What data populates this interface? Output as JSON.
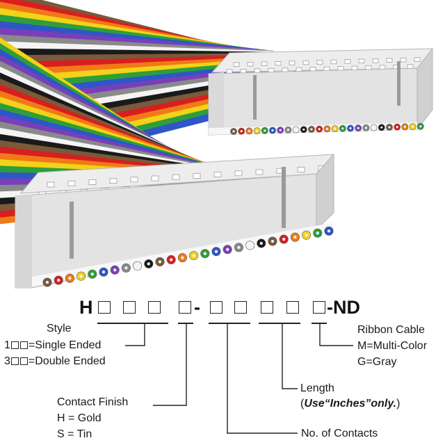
{
  "part_number": {
    "prefix": "H",
    "separator": "-",
    "suffix": "-ND"
  },
  "legend": {
    "style": {
      "title": "Style",
      "options": [
        {
          "code_prefix": "1",
          "text": "=Single Ended"
        },
        {
          "code_prefix": "3",
          "text": "=Double Ended"
        }
      ]
    },
    "contact_finish": {
      "title": "Contact Finish",
      "options": [
        "H = Gold",
        "S = Tin"
      ]
    },
    "contacts": {
      "title": "No. of Contacts"
    },
    "length": {
      "title": "Length",
      "note_open": "(",
      "note": "Use“Inches”only.",
      "note_close": ")"
    },
    "ribbon_cable": {
      "title": "Ribbon Cable",
      "options": [
        "M=Multi-Color",
        "G=Gray"
      ]
    }
  },
  "colors": {
    "wire_sequence": [
      "#7a5a3a",
      "#d81e1e",
      "#f07a18",
      "#f2d21a",
      "#2e9e3a",
      "#2f56c8",
      "#7a3fb8",
      "#8a8a8a",
      "#f4f4f4",
      "#1a1a1a"
    ],
    "connector_face": "#e4e4e4",
    "connector_top": "#ececec",
    "connector_shadow": "#bdbdbd",
    "line": "#222222"
  },
  "icons": {
    "illustration": "ribbon-cable-assembly-illustration",
    "entry_box": "code-position-box"
  }
}
